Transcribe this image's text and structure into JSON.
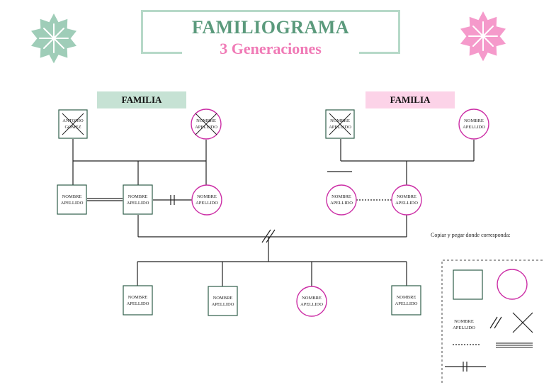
{
  "header": {
    "title": "FAMILIOGRAMA",
    "subtitle": "3 Generaciones"
  },
  "family_left": {
    "label": "FAMILIA"
  },
  "family_right": {
    "label": "FAMILIA"
  },
  "people": {
    "gp_left_male": "ANTONIO\nGOMEZ",
    "gp_left_female": "NOMBRE\nAPELLIDO",
    "gp_right_male": "NOMBRE\nAPELLIDO",
    "gp_right_female": "NOMBRE\nAPELLIDO",
    "p_left_sibling": "NOMBRE\nAPELLIDO",
    "p_father": "NOMBRE\nAPELLIDO",
    "p_left_partner": "NOMBRE\nAPELLIDO",
    "p_right_partner": "NOMBRE\nAPELLIDO",
    "p_mother": "NOMBRE\nAPELLIDO",
    "child_1": "NOMBRE\nAPELLIDO",
    "child_2": "NOMBRE\nAPELLIDO",
    "child_3": "NOMBRE\nAPELLIDO",
    "child_4": "NOMBRE\nAPELLIDO"
  },
  "legend": {
    "note": "Copiar y pegar donde corresponda:",
    "sample_text": "NOMBRE\nAPELLIDO"
  },
  "colors": {
    "green": "#5b9a7c",
    "green_light": "#c6e2d4",
    "pink": "#f07ab6",
    "pink_light": "#fcd3e8",
    "male_border": "#2f5e4a",
    "female_border": "#cc2fa6"
  }
}
